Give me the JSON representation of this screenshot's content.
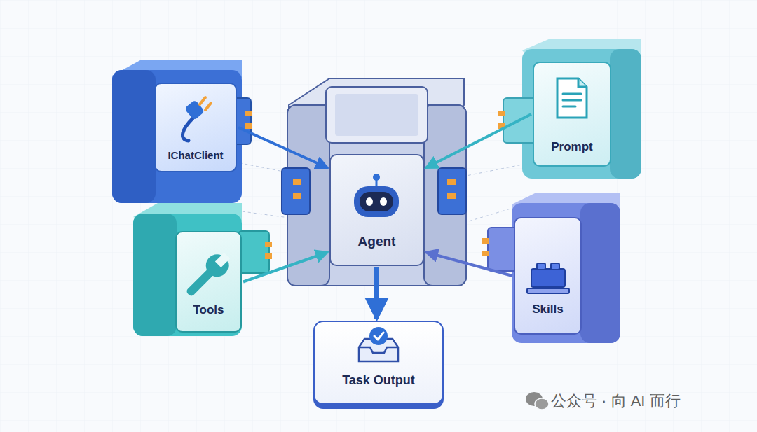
{
  "diagram": {
    "nodes": [
      {
        "text": [
          "IChatClient"
        ]
      },
      {
        "text": [
          "Prompt"
        ]
      },
      {
        "text": [
          "Agent"
        ]
      },
      {
        "text": [
          "Tools"
        ]
      },
      {
        "text": [
          "Skills"
        ]
      },
      {
        "text": [
          "Task Output"
        ]
      }
    ],
    "edges": [
      {
        "from": 0,
        "to": 2,
        "arrow": "to"
      },
      {
        "from": 1,
        "to": 2,
        "arrow": "to"
      },
      {
        "from": 3,
        "to": 2,
        "arrow": "to"
      },
      {
        "from": 4,
        "to": 2,
        "arrow": "to"
      },
      {
        "from": 2,
        "to": 5,
        "arrow": "to"
      }
    ],
    "labels": [
      "公众号 · 向 AI 而行"
    ]
  }
}
